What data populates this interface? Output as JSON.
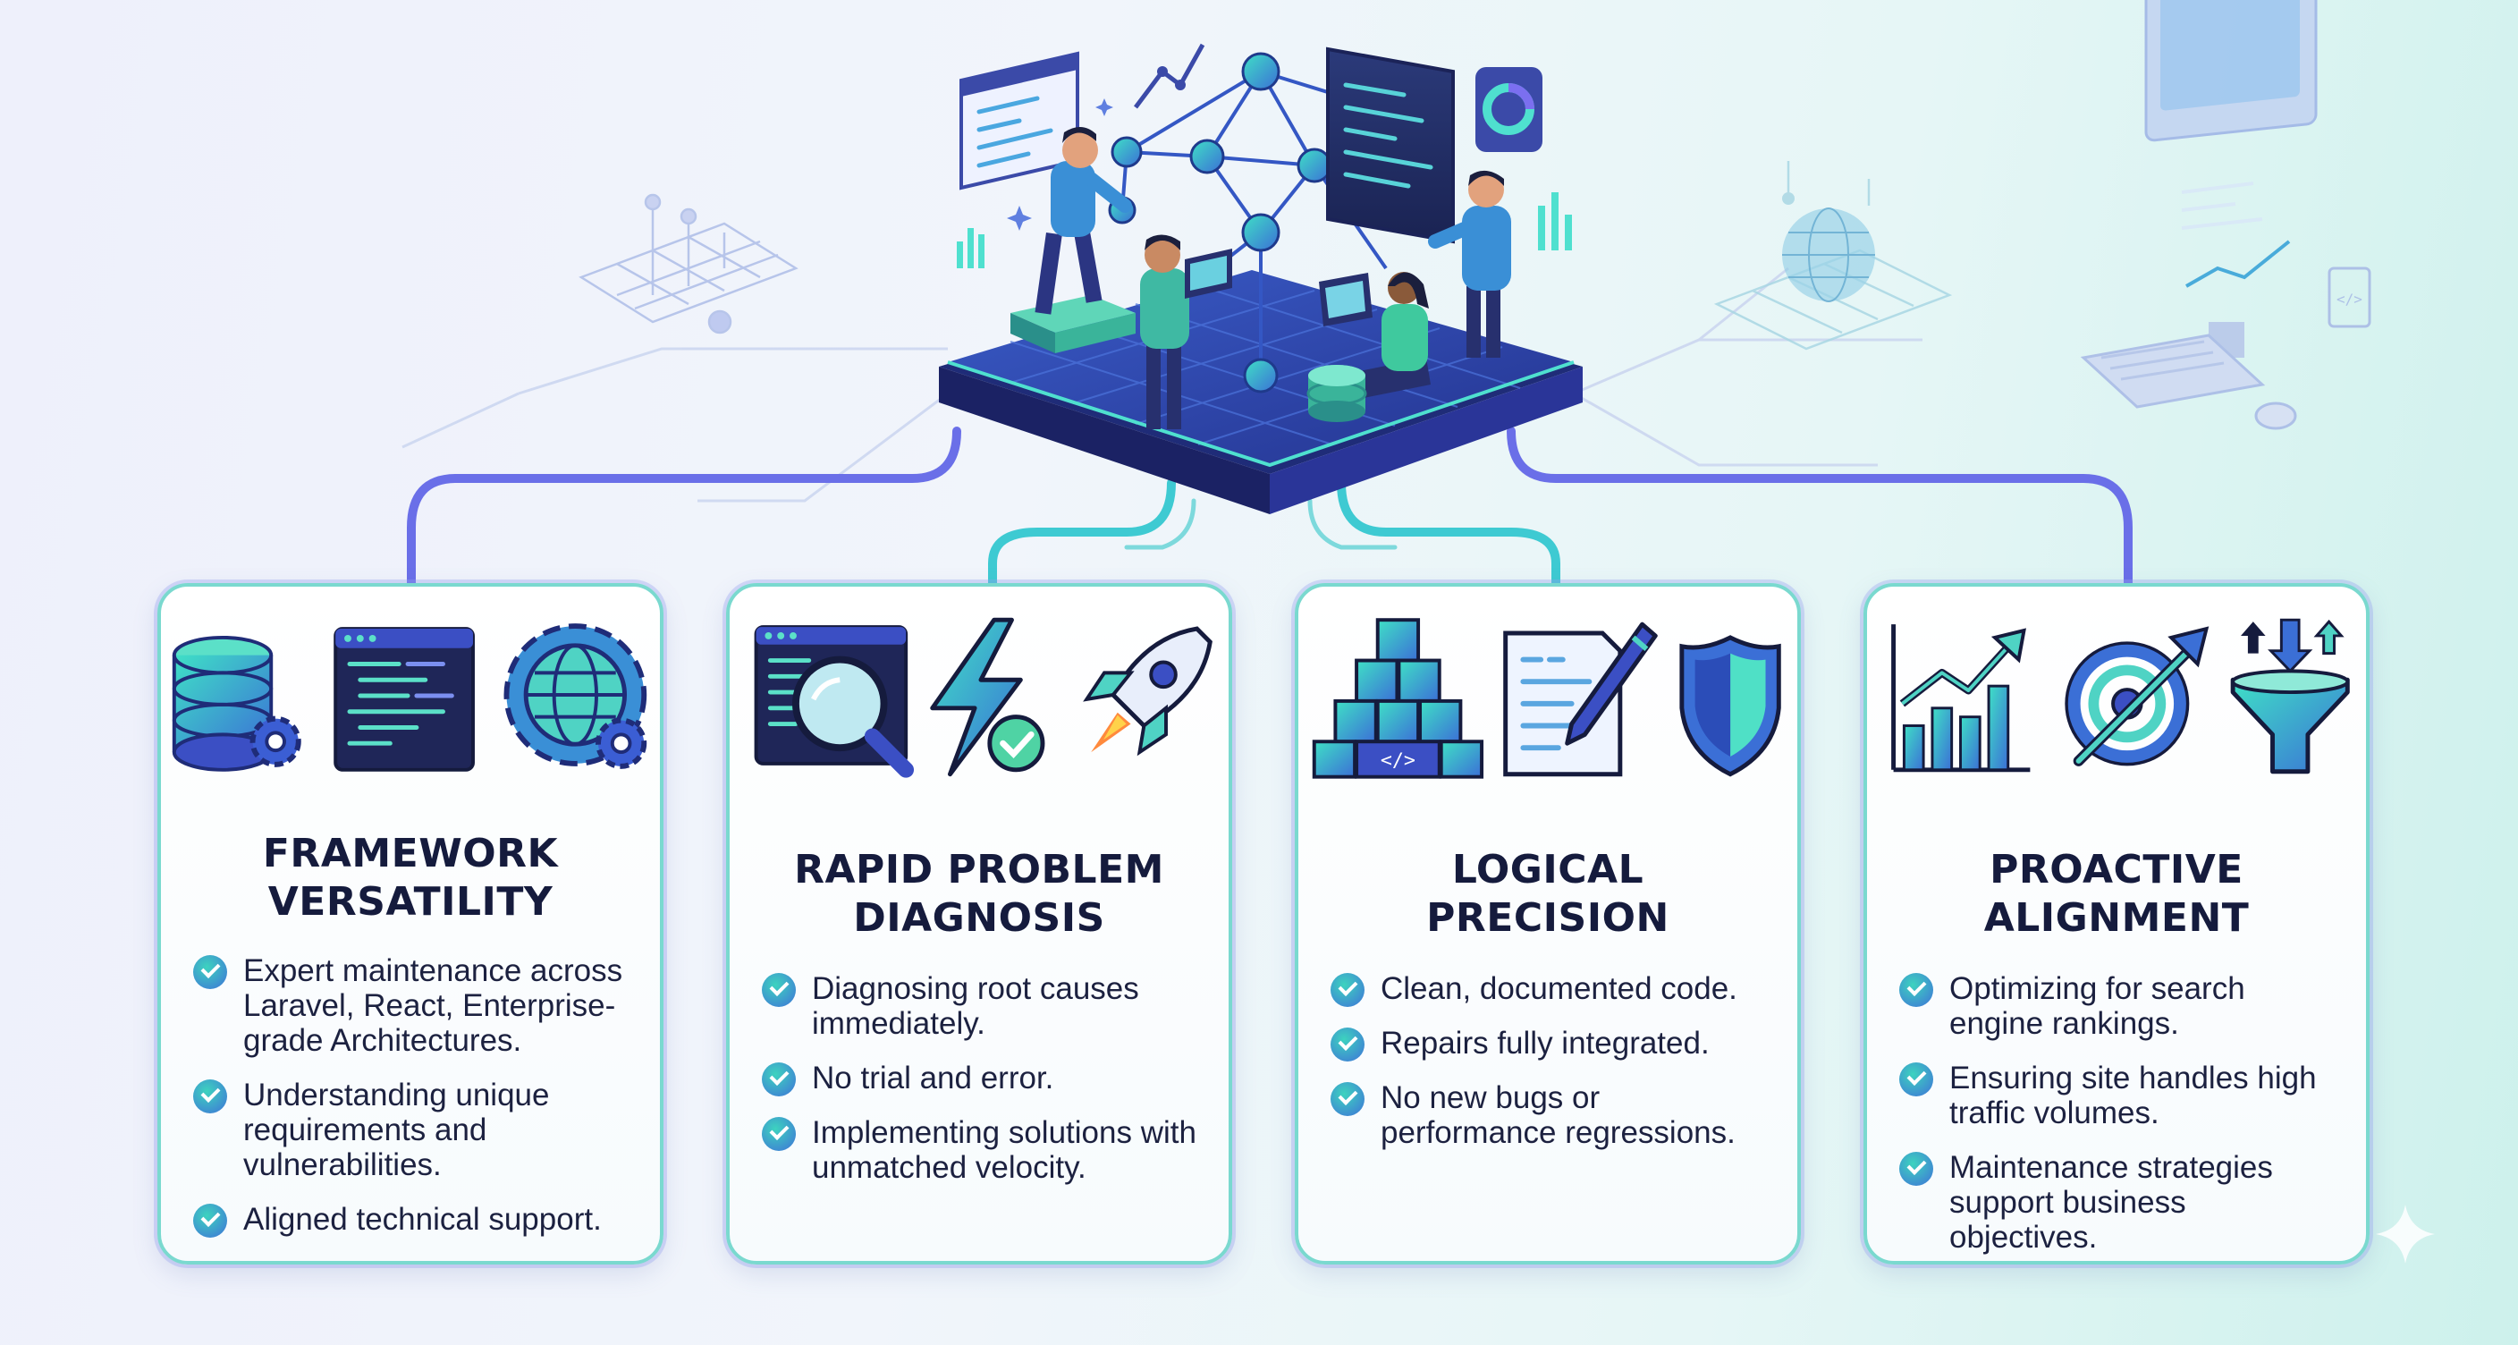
{
  "cards": [
    {
      "title_lines": [
        "FRAMEWORK",
        "VERSATILITY"
      ],
      "icons": [
        "database-gear-icon",
        "code-window-icon",
        "globe-gear-icon"
      ],
      "bullets": [
        "Expert maintenance across Laravel, React, Enterprise-grade Architectures.",
        "Understanding unique requirements and vulnerabilities.",
        "Aligned technical support."
      ]
    },
    {
      "title_lines": [
        "RAPID PROBLEM",
        "DIAGNOSIS"
      ],
      "icons": [
        "code-magnifier-icon",
        "lightning-check-icon",
        "rocket-icon"
      ],
      "bullets": [
        "Diagnosing root causes immediately.",
        "No trial and error.",
        "Implementing solutions with unmatched velocity."
      ]
    },
    {
      "title_lines": [
        "LOGICAL",
        "PRECISION"
      ],
      "icons": [
        "code-cubes-icon",
        "document-pen-icon",
        "shield-icon"
      ],
      "bullets": [
        "Clean, documented code.",
        "Repairs fully integrated.",
        "No new bugs or performance regressions."
      ]
    },
    {
      "title_lines": [
        "PROACTIVE",
        "ALIGNMENT"
      ],
      "icons": [
        "growth-chart-icon",
        "target-arrow-icon",
        "funnel-icon"
      ],
      "bullets": [
        "Optimizing for search engine rankings.",
        "Ensuring site handles high traffic volumes.",
        "Maintenance strategies support business objectives."
      ]
    }
  ],
  "colors": {
    "navy": "#151b3d",
    "teal": "#2fd1bd",
    "blue": "#3d63d6",
    "purple": "#5b4fd6",
    "card_border": "#7ad9cf"
  }
}
